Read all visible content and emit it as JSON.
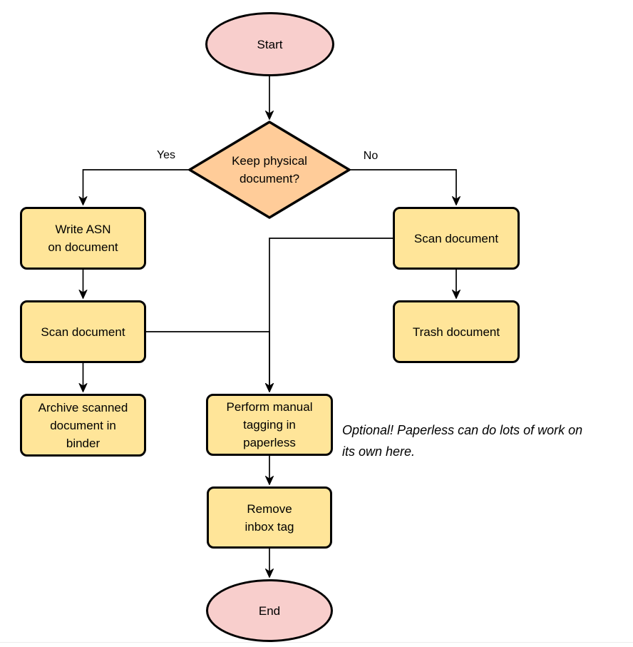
{
  "diagram": {
    "type": "flowchart",
    "nodes": {
      "start": {
        "type": "terminator",
        "label": "Start"
      },
      "decision": {
        "type": "decision",
        "label": "Keep physical\ndocument?"
      },
      "write_asn": {
        "type": "process",
        "label": "Write ASN\non document"
      },
      "scan_left": {
        "type": "process",
        "label": "Scan document"
      },
      "archive": {
        "type": "process",
        "label": "Archive scanned\ndocument in\nbinder"
      },
      "scan_right": {
        "type": "process",
        "label": "Scan document"
      },
      "trash": {
        "type": "process",
        "label": "Trash document"
      },
      "tagging": {
        "type": "process",
        "label": "Perform manual\ntagging in\npaperless"
      },
      "remove_inbox": {
        "type": "process",
        "label": "Remove\ninbox tag"
      },
      "end": {
        "type": "terminator",
        "label": "End"
      }
    },
    "edge_labels": {
      "yes": "Yes",
      "no": "No"
    },
    "edges": [
      {
        "from": "start",
        "to": "decision"
      },
      {
        "from": "decision",
        "to": "write_asn",
        "label": "Yes"
      },
      {
        "from": "decision",
        "to": "scan_right",
        "label": "No"
      },
      {
        "from": "write_asn",
        "to": "scan_left"
      },
      {
        "from": "scan_left",
        "to": "archive"
      },
      {
        "from": "scan_right",
        "to": "trash"
      },
      {
        "from": "scan_left",
        "to": "tagging"
      },
      {
        "from": "scan_right",
        "to": "tagging"
      },
      {
        "from": "tagging",
        "to": "remove_inbox"
      },
      {
        "from": "remove_inbox",
        "to": "end"
      }
    ],
    "note": "Optional! Paperless can do lots of work on\nits own here.",
    "colors": {
      "terminator_fill": "#f8cecc",
      "decision_fill": "#ffcc99",
      "process_fill": "#ffe599",
      "stroke": "#000000",
      "background": "#ffffff"
    }
  }
}
